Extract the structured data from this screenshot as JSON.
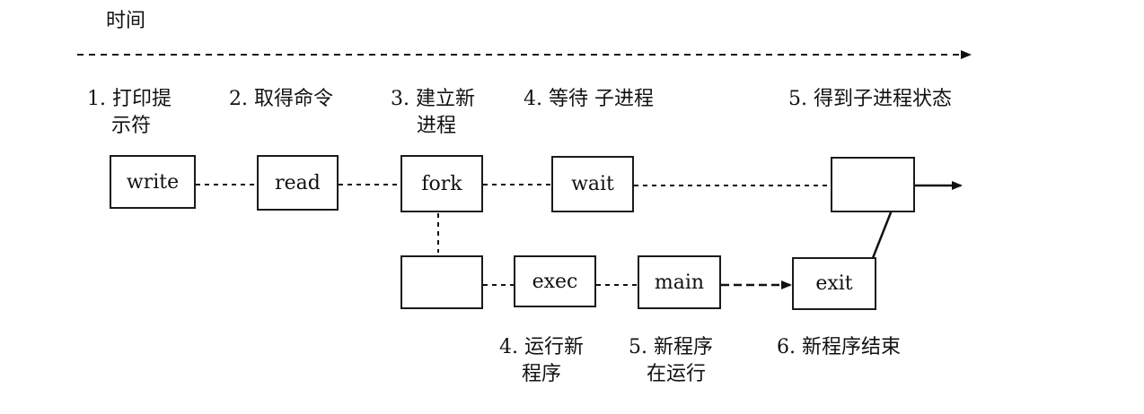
{
  "timeline": {
    "label": "时间"
  },
  "steps": {
    "s1": [
      "1. 打印提",
      "示符"
    ],
    "s2": [
      "2. 取得命令"
    ],
    "s3": [
      "3. 建立新",
      "进程"
    ],
    "s4": [
      "4. 等待 子进程"
    ],
    "s5": [
      "5. 得到子进程状态"
    ],
    "s4b": [
      "4. 运行新",
      "程序"
    ],
    "s5b": [
      "5. 新程序",
      "在运行"
    ],
    "s6": [
      "6. 新程序结束"
    ]
  },
  "boxes": {
    "write": "write",
    "read": "read",
    "fork": "fork",
    "wait": "wait",
    "result": "",
    "child": "",
    "exec": "exec",
    "main": "main",
    "exit": "exit"
  }
}
